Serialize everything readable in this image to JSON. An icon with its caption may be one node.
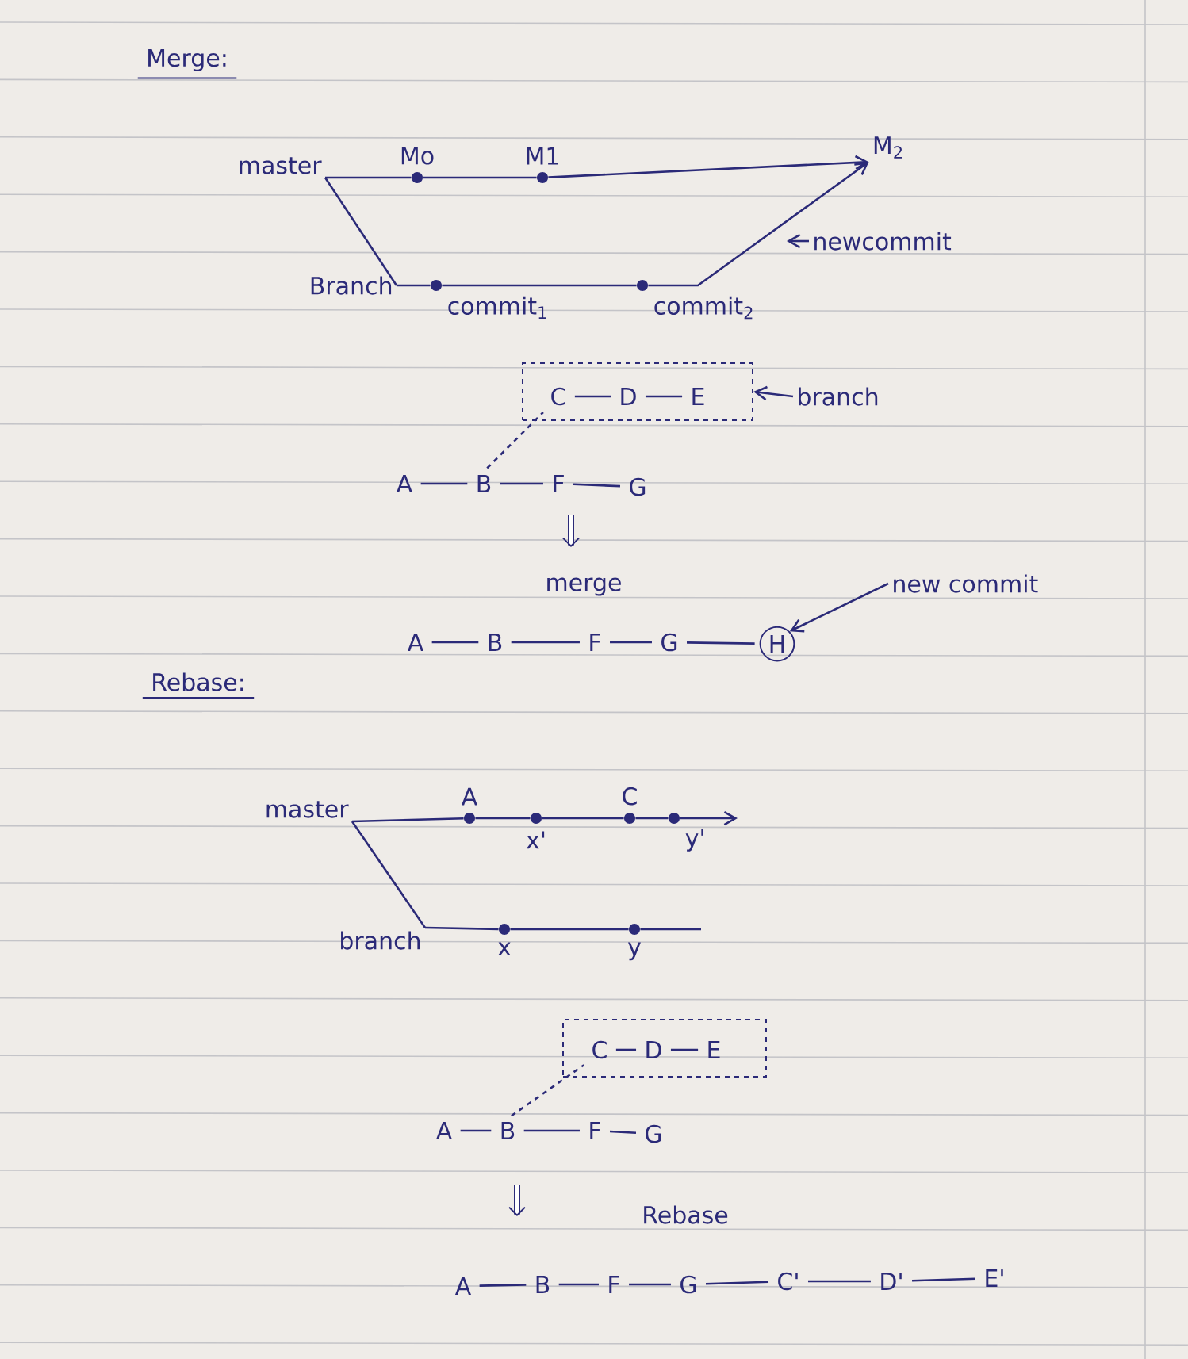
{
  "diagram": {
    "nodes": [
      {
        "text": [
          "master"
        ]
      },
      {
        "text": [
          "Mo"
        ]
      },
      {
        "text": [
          "M1"
        ]
      },
      {
        "text": [
          "M$_{2}$"
        ]
      },
      {
        "text": [
          "Branch"
        ]
      },
      {
        "text": [
          "commit$_{1}$"
        ]
      },
      {
        "text": [
          "commit$_{2}$"
        ]
      },
      {
        "text": [
          "newcommit"
        ]
      },
      {
        "text": [],
        "shape": "box"
      },
      {
        "text": [
          "C"
        ],
        "in": 8
      },
      {
        "text": [
          "D"
        ],
        "in": 8
      },
      {
        "text": [
          "E"
        ],
        "in": 8
      },
      {
        "text": [
          "branch"
        ]
      },
      {
        "text": [
          "A"
        ]
      },
      {
        "text": [
          "B"
        ]
      },
      {
        "text": [
          "F"
        ]
      },
      {
        "text": [
          "G"
        ]
      },
      {
        "text": [
          "A"
        ]
      },
      {
        "text": [
          "B"
        ]
      },
      {
        "text": [
          "F"
        ]
      },
      {
        "text": [
          "G"
        ]
      },
      {
        "text": [
          "H"
        ]
      },
      {
        "text": [
          "new commit"
        ]
      },
      {
        "text": [
          "master"
        ]
      },
      {
        "text": [
          "A"
        ]
      },
      {
        "text": [
          "x'"
        ]
      },
      {
        "text": [
          "C"
        ]
      },
      {
        "text": [
          "y'"
        ]
      },
      {
        "text": [
          "branch"
        ]
      },
      {
        "text": [
          "x"
        ]
      },
      {
        "text": [
          "y"
        ]
      },
      {
        "text": [],
        "shape": "box"
      },
      {
        "text": [
          "C"
        ],
        "in": 31
      },
      {
        "text": [
          "D"
        ],
        "in": 31
      },
      {
        "text": [
          "E"
        ],
        "in": 31
      },
      {
        "text": [
          "A"
        ]
      },
      {
        "text": [
          "B"
        ]
      },
      {
        "text": [
          "F"
        ]
      },
      {
        "text": [
          "G"
        ]
      },
      {
        "text": [
          "A"
        ]
      },
      {
        "text": [
          "B"
        ]
      },
      {
        "text": [
          "F"
        ]
      },
      {
        "text": [
          "G"
        ]
      },
      {
        "text": [
          "C'"
        ]
      },
      {
        "text": [
          "D'"
        ]
      },
      {
        "text": [
          "E'"
        ]
      }
    ],
    "edges": [
      {
        "from": 0,
        "to": 1,
        "arrow": "none"
      },
      {
        "from": 1,
        "to": 2,
        "arrow": "none"
      },
      {
        "from": 2,
        "to": 3,
        "arrow": "to"
      },
      {
        "from": 0,
        "to": 4,
        "arrow": "none"
      },
      {
        "from": 4,
        "to": 5,
        "arrow": "none"
      },
      {
        "from": 5,
        "to": 6,
        "arrow": "none"
      },
      {
        "from": 6,
        "to": 3,
        "arrow": "to"
      },
      {
        "from": 7,
        "to": null,
        "arrow": "to"
      },
      {
        "from": 12,
        "to": 8,
        "arrow": "to"
      },
      {
        "from": 9,
        "to": 10,
        "arrow": "none"
      },
      {
        "from": 10,
        "to": 11,
        "arrow": "none"
      },
      {
        "from": 14,
        "to": 9,
        "arrow": "none",
        "style": "dashed"
      },
      {
        "from": 13,
        "to": 14,
        "arrow": "none"
      },
      {
        "from": 14,
        "to": 15,
        "arrow": "none"
      },
      {
        "from": 15,
        "to": 16,
        "arrow": "none"
      },
      {
        "from": 17,
        "to": 18,
        "arrow": "none"
      },
      {
        "from": 18,
        "to": 19,
        "arrow": "none"
      },
      {
        "from": 19,
        "to": 20,
        "arrow": "none"
      },
      {
        "from": 20,
        "to": 21,
        "arrow": "none"
      },
      {
        "from": 22,
        "to": 21,
        "arrow": "to"
      },
      {
        "from": 23,
        "to": 24,
        "arrow": "none"
      },
      {
        "from": 24,
        "to": 25,
        "arrow": "none"
      },
      {
        "from": 25,
        "to": 26,
        "arrow": "none"
      },
      {
        "from": 26,
        "to": 27,
        "arrow": "none"
      },
      {
        "from": 27,
        "to": null,
        "arrow": "to"
      },
      {
        "from": 23,
        "to": 28,
        "arrow": "none"
      },
      {
        "from": 28,
        "to": 29,
        "arrow": "none"
      },
      {
        "from": 29,
        "to": 30,
        "arrow": "none"
      },
      {
        "from": 30,
        "to": null,
        "arrow": "none"
      },
      {
        "from": 32,
        "to": 33,
        "arrow": "none"
      },
      {
        "from": 33,
        "to": 34,
        "arrow": "none"
      },
      {
        "from": 36,
        "to": 32,
        "arrow": "none",
        "style": "dashed"
      },
      {
        "from": 35,
        "to": 36,
        "arrow": "none"
      },
      {
        "from": 36,
        "to": 37,
        "arrow": "none"
      },
      {
        "from": 37,
        "to": 38,
        "arrow": "none"
      },
      {
        "from": 39,
        "to": 40,
        "arrow": "none"
      },
      {
        "from": 40,
        "to": 41,
        "arrow": "none"
      },
      {
        "from": 41,
        "to": 42,
        "arrow": "none"
      },
      {
        "from": 42,
        "to": 43,
        "arrow": "none"
      },
      {
        "from": 43,
        "to": 44,
        "arrow": "none"
      },
      {
        "from": 44,
        "to": 45,
        "arrow": "none"
      }
    ],
    "labels": [
      "Merge:",
      "merge",
      "Rebase:",
      "Rebase"
    ]
  }
}
